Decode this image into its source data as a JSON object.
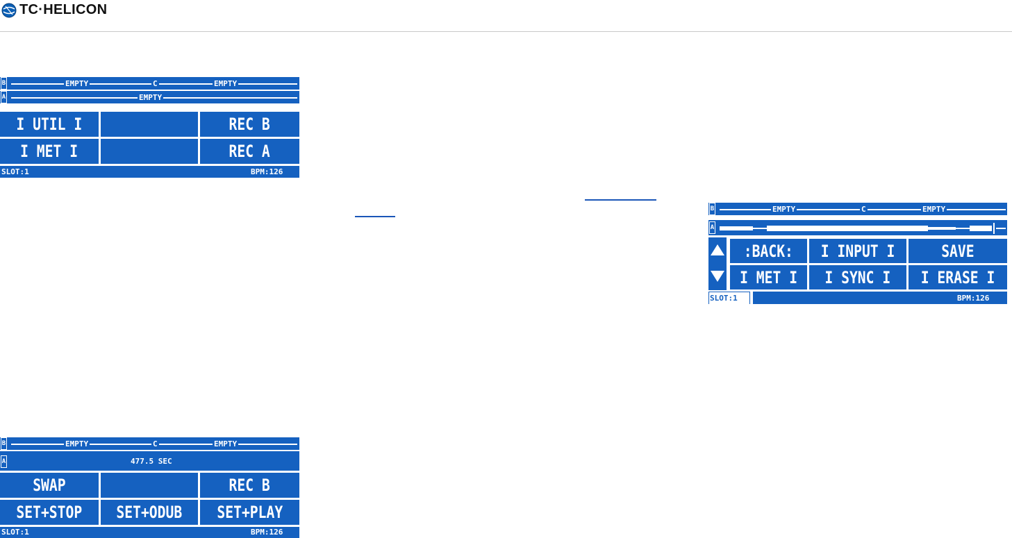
{
  "brand": {
    "name": "TC·HELICON"
  },
  "screens": {
    "main": {
      "track_b": {
        "tag": "B",
        "left": "EMPTY",
        "mid": "C",
        "right": "EMPTY"
      },
      "track_a": {
        "tag": "A",
        "center": "EMPTY"
      },
      "buttons": [
        "I UTIL I",
        "",
        "REC B",
        "I MET I",
        "",
        "REC A"
      ],
      "footer": {
        "slot": "SLOT:1",
        "bpm": "BPM:126"
      }
    },
    "util": {
      "track_b": {
        "tag": "B",
        "left": "EMPTY",
        "mid": "C",
        "right": "EMPTY"
      },
      "track_a": {
        "tag": "A"
      },
      "buttons": [
        ":BACK:",
        "I INPUT I",
        "SAVE",
        "I MET I",
        "I SYNC I",
        "I ERASE I"
      ],
      "footer": {
        "slot": "SLOT:1",
        "bpm": "BPM:126"
      },
      "icons": {
        "up": "up-arrow-icon",
        "down": "down-arrow-icon"
      }
    },
    "recording": {
      "track_b": {
        "tag": "B",
        "left": "EMPTY",
        "mid": "C",
        "right": "EMPTY"
      },
      "track_a": {
        "tag": "A",
        "center": "477.5 SEC"
      },
      "buttons": [
        "SWAP",
        "",
        "REC B",
        "SET+STOP",
        "SET+ODUB",
        "SET+PLAY"
      ],
      "footer": {
        "slot": "SLOT:1",
        "bpm": "BPM:126"
      }
    }
  },
  "colors": {
    "lcd_blue": "#1561c0",
    "link_blue": "#1a56b8"
  }
}
